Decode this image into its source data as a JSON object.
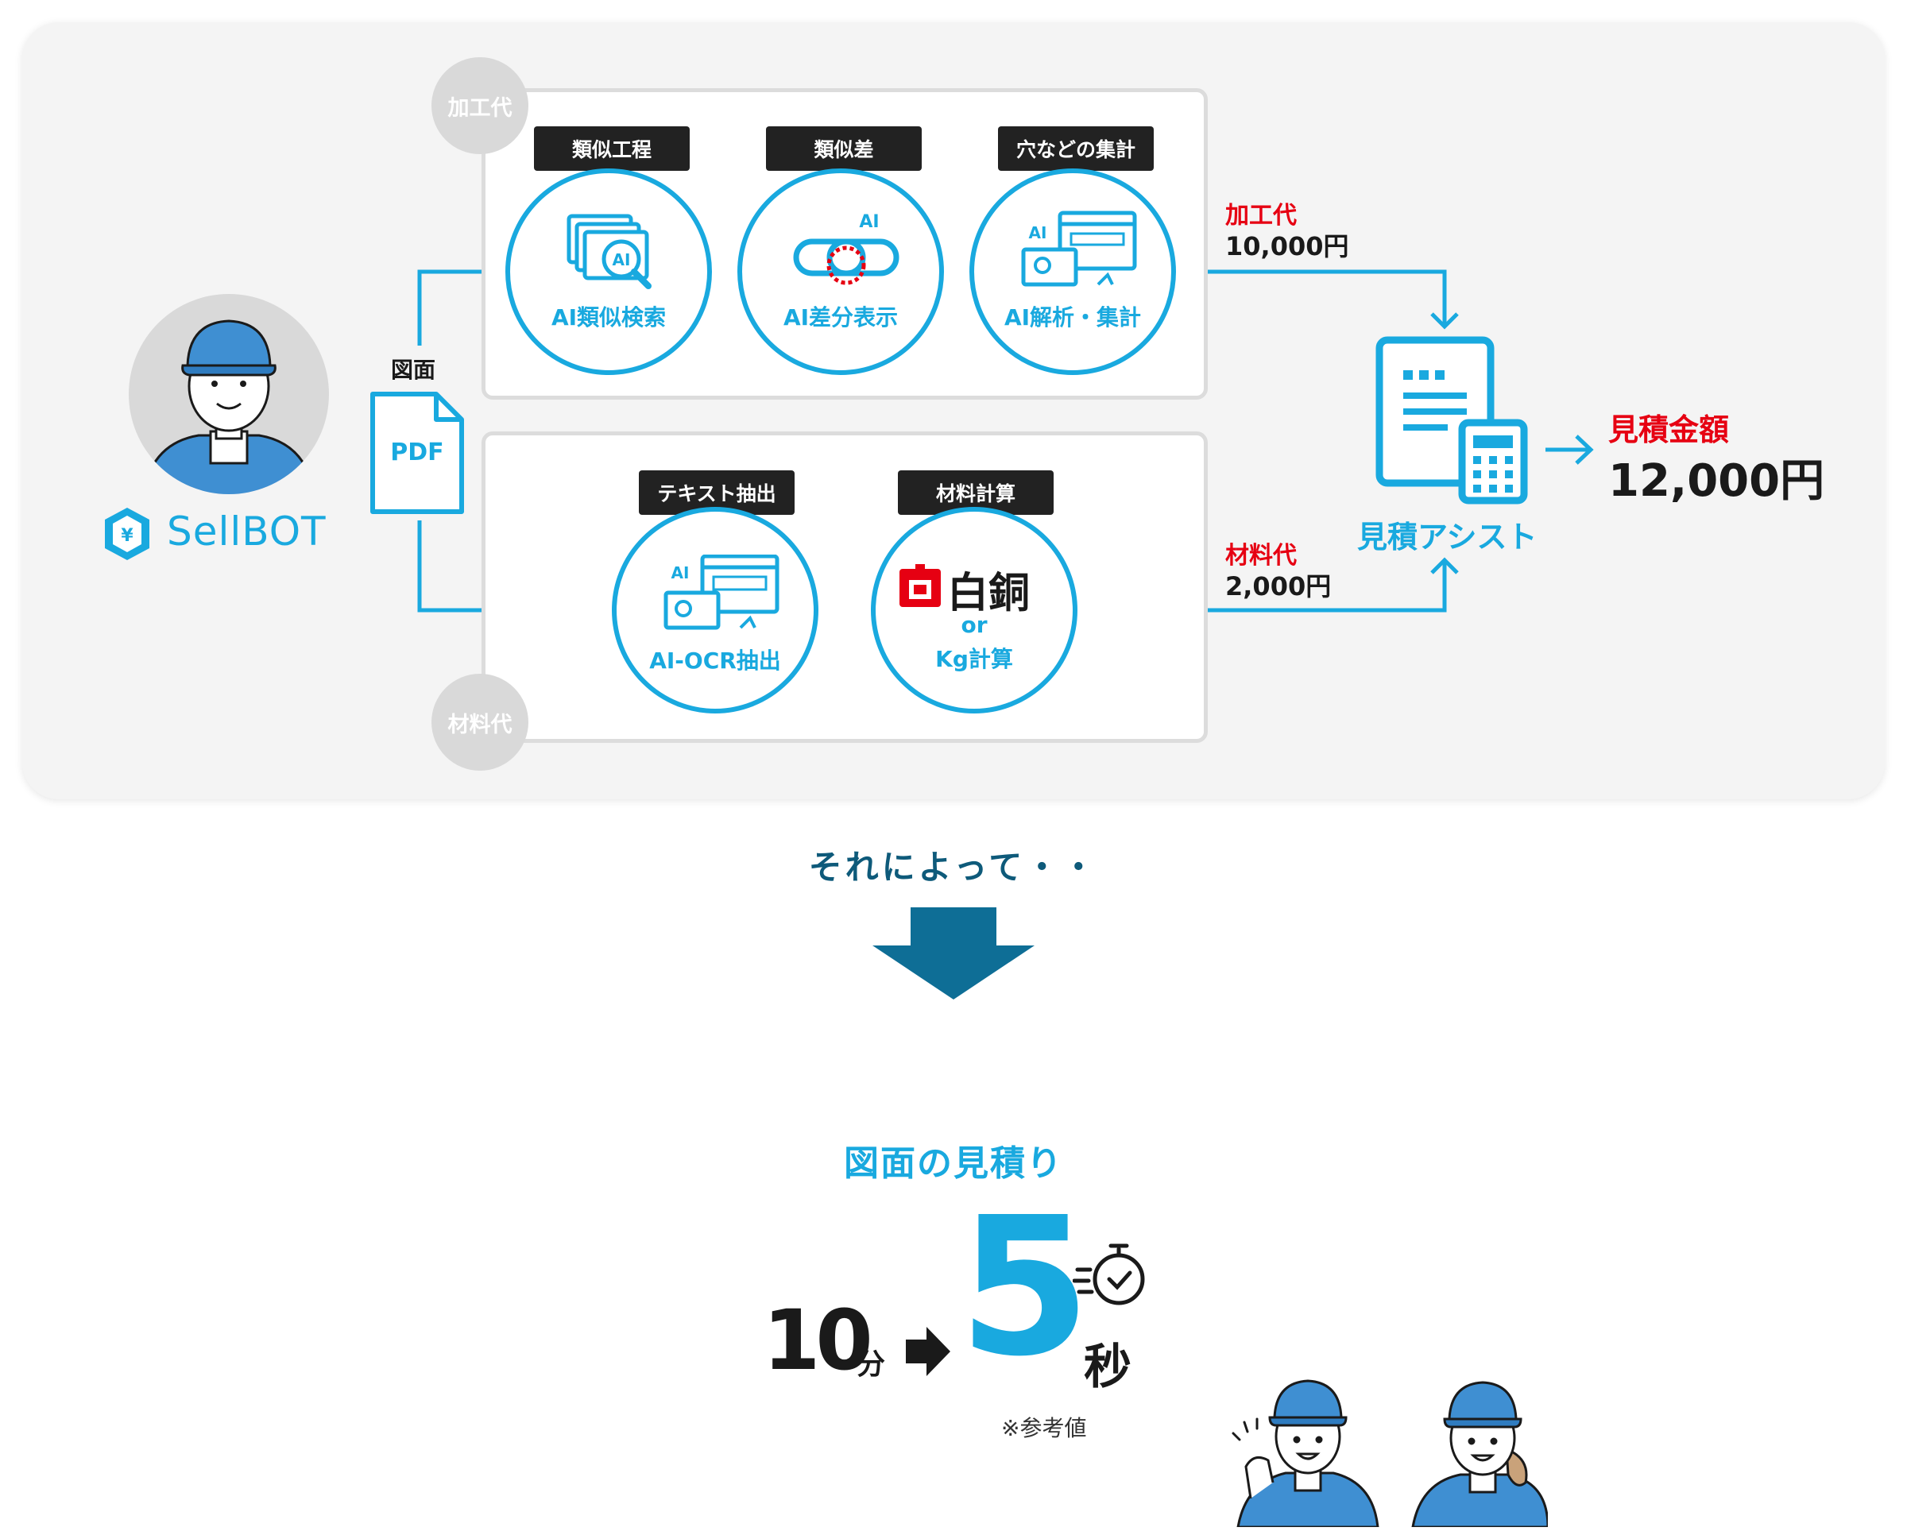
{
  "flow": {
    "brand": "SellBOT",
    "drawing_label": "図面",
    "pdf_label": "PDF",
    "processing": {
      "badge": "加工代",
      "steps": [
        {
          "tag": "類似工程",
          "label": "AI類似検索",
          "icon": "ai-search-icon"
        },
        {
          "tag": "類似差",
          "label": "AI差分表示",
          "icon": "ai-diff-icon"
        },
        {
          "tag": "穴などの集計",
          "label": "AI解析・集計",
          "icon": "ai-analysis-icon"
        }
      ],
      "cost_label": "加工代",
      "cost_value": "10,000円"
    },
    "material": {
      "badge": "材料代",
      "steps": [
        {
          "tag": "テキスト抽出",
          "label": "AI-OCR抽出",
          "icon": "ai-ocr-icon"
        },
        {
          "tag": "材料計算",
          "brand": "白銅",
          "or": "or",
          "label": "Kg計算",
          "icon": "hakudo-logo-icon"
        }
      ],
      "cost_label": "材料代",
      "cost_value": "2,000円"
    },
    "assist_label": "見積アシスト",
    "quote_label": "見積金額",
    "quote_value": "12,000円"
  },
  "result": {
    "transition": "それによって・・",
    "heading": "図面の見積り",
    "before_num": "10",
    "before_unit": "分",
    "after_num": "5",
    "after_unit": "秒",
    "note": "※参考値"
  },
  "colors": {
    "accent": "#19a9df",
    "red": "#e60012",
    "dark_blue": "#0e6e96",
    "gray": "#d9d9d9",
    "border_gray": "#dcdcdc"
  }
}
